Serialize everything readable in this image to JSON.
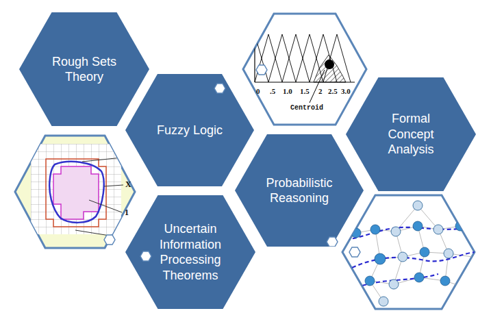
{
  "diagram": {
    "nodes": [
      {
        "text": [
          "Rough Sets Theory"
        ]
      },
      {
        "text": [
          "Fuzzy Logic"
        ]
      },
      {
        "text": [
          "Formal Concept Analysis"
        ]
      },
      {
        "text": [
          "Probabilistic Reasoning"
        ]
      },
      {
        "text": [
          "Uncertain Information Processing Theorems"
        ]
      }
    ],
    "labels": [
      "0",
      ".5",
      "1.0",
      "1.5",
      "2",
      "2.5",
      "3.0",
      "Centroid",
      "X",
      "1"
    ]
  }
}
